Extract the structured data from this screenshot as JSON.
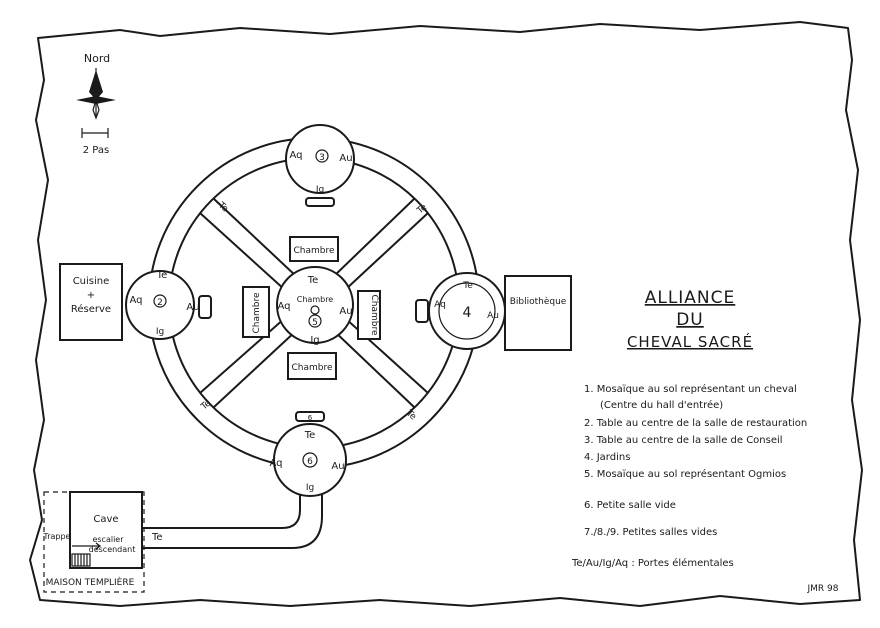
{
  "title": {
    "line1": "ALLIANCE",
    "line2": "DU",
    "line3": "CHEVAL SACRÉ"
  },
  "compass": {
    "north_label": "Nord",
    "scale_label": "2 Pas"
  },
  "legend": {
    "items": [
      "1. Mosaïque au sol représentant un cheval",
      "(Centre du hall d'entrée)",
      "2. Table au centre de la salle de restauration",
      "3. Table au centre de la salle de Conseil",
      "4. Jardins",
      "5. Mosaïque au sol représentant Ogmios",
      "6. Petite salle vide",
      "7./8./9. Petites salles vides",
      "Te/Au/Ig/Aq : Portes élémentales"
    ]
  },
  "rooms": {
    "chambre": "Chambre",
    "cuisine_1": "Cuisine",
    "cuisine_2": "+",
    "cuisine_3": "Réserve",
    "bibliotheque": "Bibliothèque",
    "cave": "Cave",
    "escalier_1": "escalier",
    "escalier_2": "descendant",
    "trappe": "Trappe",
    "maison": "MAISON TEMPLIÈRE"
  },
  "doors": {
    "te": "Te",
    "au": "Au",
    "ig": "Ig",
    "aq": "Aq"
  },
  "numbers": [
    "1",
    "2",
    "3",
    "4",
    "5",
    "6",
    "7",
    "8",
    "9"
  ],
  "signature": "JMR 98",
  "colors": {
    "ink": "#1a1a1a",
    "paper": "#ffffff"
  }
}
